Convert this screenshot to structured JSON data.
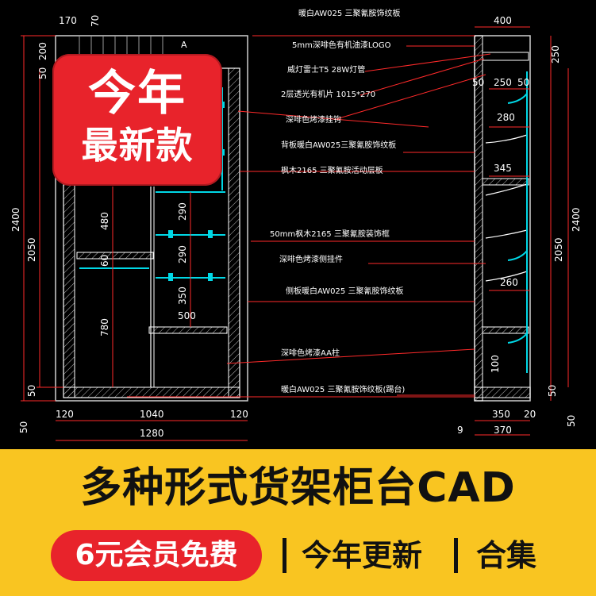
{
  "badge": {
    "line1": "今年",
    "line2": "最新款"
  },
  "banner": {
    "title": "多种形式货架柜台CAD",
    "pill": "6元会员免费",
    "update": "今年更新",
    "collection": "合集"
  },
  "colors": {
    "banner_bg": "#f9c521",
    "accent_red": "#e8232b",
    "cad_cyan": "#00d8e6",
    "cad_red": "#ff2a2a",
    "cad_yellow": "#e6e600"
  },
  "drawing": {
    "front_dims": {
      "top_170": "170",
      "top_70": "70",
      "left_50": "50",
      "left_200": "200",
      "h_2400": "2400",
      "h_2050": "2050",
      "h_480": "480",
      "h_60": "60",
      "h_780": "780",
      "h_290a": "290",
      "h_290b": "290",
      "h_350": "350",
      "w_500": "500",
      "bottom_50": "50",
      "far_50": "50",
      "w_120a": "120",
      "w_1040": "1040",
      "w_120b": "120",
      "w_1280": "1280"
    },
    "side_dims": {
      "w_400": "400",
      "h_250": "250",
      "w_50a": "50",
      "w_250": "250",
      "w_50b": "50",
      "w_280": "280",
      "w_345": "345",
      "w_260": "260",
      "h_100": "100",
      "h_2400": "2400",
      "h_2050": "2050",
      "w_350": "350",
      "w_20": "20",
      "w_9": "9",
      "w_370": "370",
      "b_50a": "50",
      "b_50b": "50"
    },
    "marker_a": "A",
    "annotations": [
      "暖白AW025 三聚氰胺饰纹板",
      "5mm深啡色有机油漆LOGO",
      "威灯雷士T5 28W灯管",
      "2层透光有机片 1015*270",
      "深啡色烤漆挂钩",
      "背板暖白AW025三聚氰胺饰纹板",
      "枫木2165 三聚氰胺活动层板",
      "50mm枫木2165 三聚氰胺装饰框",
      "深啡色烤漆侧挂件",
      "侧板暖白AW025 三聚氰胺饰纹板",
      "深啡色烤漆AA柱",
      "暖白AW025 三聚氰胺饰纹板(踢台)"
    ]
  }
}
